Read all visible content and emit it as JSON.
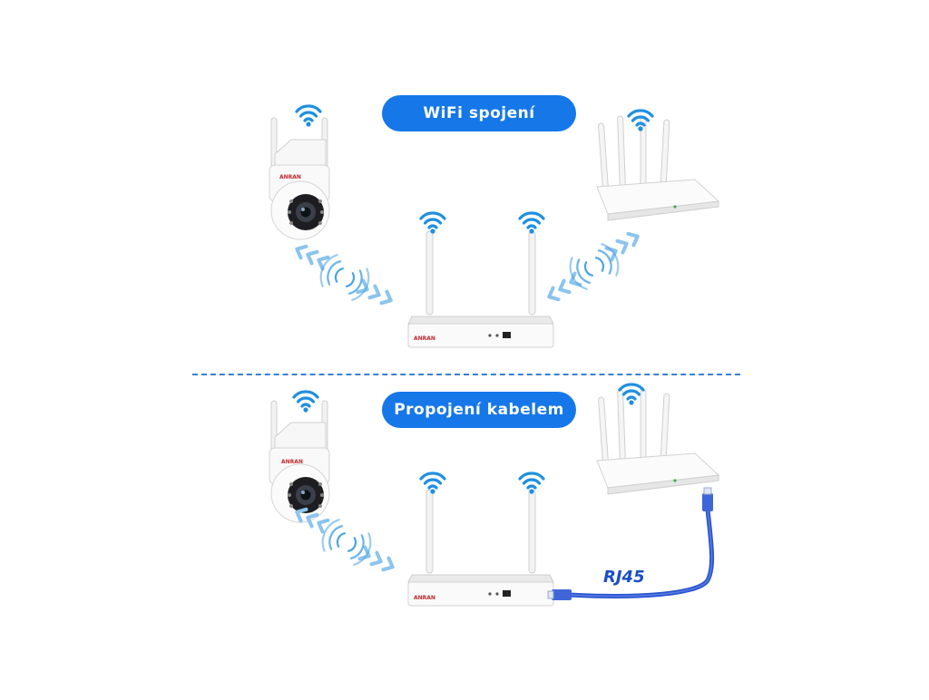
{
  "sections": [
    {
      "id": "wifi",
      "title": "WiFi spojení"
    },
    {
      "id": "cable",
      "title": "Propojení kabelem"
    }
  ],
  "cable_label": "RJ45",
  "brand_text": "ANRAN",
  "colors": {
    "pill": "#1677e8",
    "divider": "#3a7fd0",
    "cable": "#2a55d0",
    "wave": "#4aa3e0",
    "chevron": "#8cc4ee"
  },
  "icons": [
    "camera-icon",
    "nvr-icon",
    "router-icon",
    "wifi-signal-icon",
    "rj45-cable-icon"
  ]
}
